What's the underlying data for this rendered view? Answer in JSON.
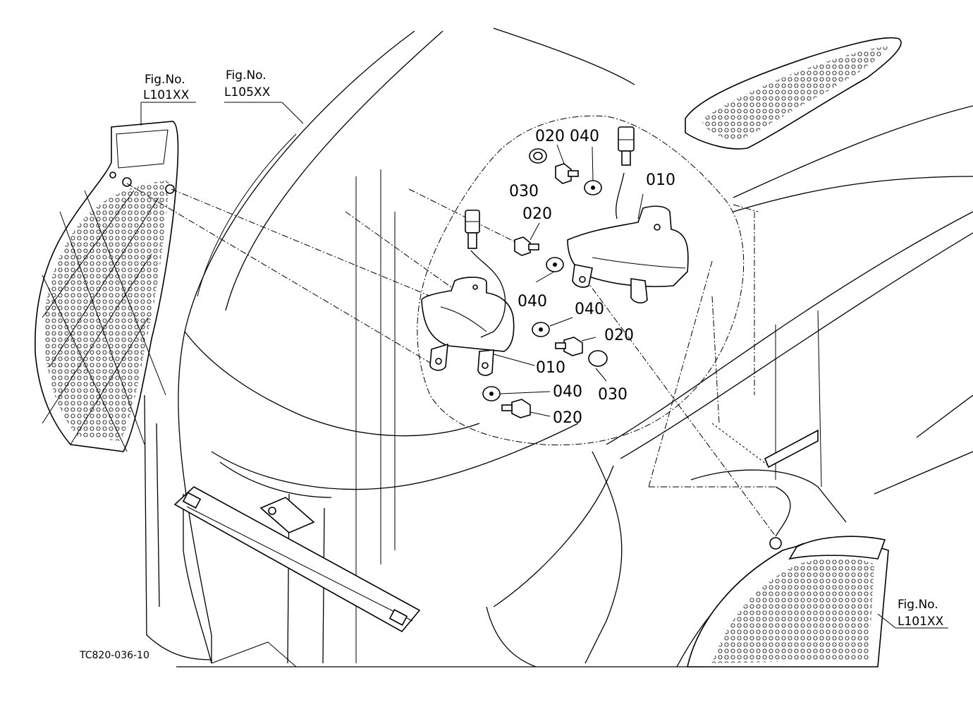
{
  "callouts": [
    {
      "id": "c1",
      "num": "020"
    },
    {
      "id": "c2",
      "num": "040"
    },
    {
      "id": "c3",
      "num": "030"
    },
    {
      "id": "c4",
      "num": "010"
    },
    {
      "id": "c5",
      "num": "020"
    },
    {
      "id": "c6",
      "num": "040"
    },
    {
      "id": "c7",
      "num": "040"
    },
    {
      "id": "c8",
      "num": "020"
    },
    {
      "id": "c9",
      "num": "010"
    },
    {
      "id": "c10",
      "num": "030"
    },
    {
      "id": "c11",
      "num": "040"
    },
    {
      "id": "c12",
      "num": "020"
    }
  ],
  "fig_refs": [
    {
      "id": "f1",
      "label": "Fig.No.",
      "value": "L101XX"
    },
    {
      "id": "f2",
      "label": "Fig.No.",
      "value": "L105XX"
    },
    {
      "id": "f3",
      "label": "Fig.No.",
      "value": "L101XX"
    }
  ],
  "drawing_code": "TC820-036-10"
}
